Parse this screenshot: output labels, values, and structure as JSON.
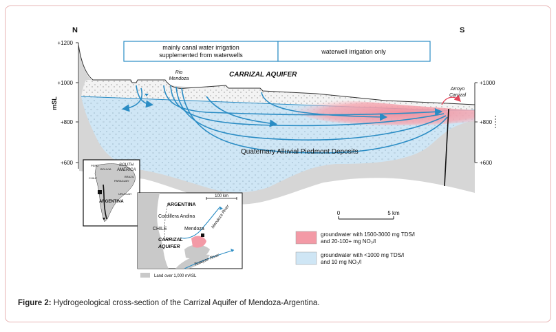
{
  "orientation": {
    "north": "N",
    "south": "S"
  },
  "axis": {
    "label": "mSL",
    "left_ticks": [
      "+1200",
      "+1000",
      "+800",
      "+600"
    ],
    "right_ticks": [
      "+1000",
      "+800",
      "+600"
    ]
  },
  "irrigation": {
    "left_line1": "mainly canal water irrigation",
    "left_line2": "supplemented from waterwells",
    "right": "waterwell irrigation only"
  },
  "labels": {
    "aquifer": "CARRIZAL AQUIFER",
    "rio_line1": "Rio",
    "rio_line2": "Mendoza",
    "arroyo_line1": "Arroyo",
    "arroyo_line2": "Carrizal",
    "deposits": "Quaternary Alluvial Piedmont Deposits"
  },
  "scale": {
    "zero": "0",
    "end": "5 km"
  },
  "legend": {
    "pink_line1": "groundwater with 1500-3000 mg TDS/l",
    "pink_line2": "and 20-100+ mg NO₃/l",
    "blue_line1": "groundwater with <1000 mg TDS/l",
    "blue_line2": "and 10 mg NO₃/l"
  },
  "inset_sa": {
    "title_line1": "SOUTH",
    "title_line2": "AMERICA",
    "peru": "PERU",
    "bolivia": "BOLIVIA",
    "brazil": "BRAZIL",
    "chile": "CHILE",
    "paraguay": "PARAGUAY",
    "uruguay": "URUGUAY",
    "argentina": "ARGENTINA"
  },
  "inset_map": {
    "argentina": "ARGENTINA",
    "scale": "100 km",
    "cordillera": "Cordillera Andina",
    "chile": "CHILE",
    "mendoza": "Mendoza",
    "aquifer_line1": "CARRIZAL",
    "aquifer_line2": "AQUIFER",
    "mendoza_river": "Mendoza River",
    "tunuyan_river": "Tunuyan River",
    "land_legend": "Land over 1,000 mASL"
  },
  "caption": {
    "label": "Figure 2:",
    "text": " Hydrogeological cross-section of the Carrizal Aquifer of Mendoza-Argentina."
  },
  "colors": {
    "aquifer_blue": "#cfe6f5",
    "flow_blue": "#2a8cc4",
    "contaminated_pink": "#f39aa6",
    "bedrock_gray": "#d6d6d6",
    "topsoil": "#f4f4f4"
  }
}
